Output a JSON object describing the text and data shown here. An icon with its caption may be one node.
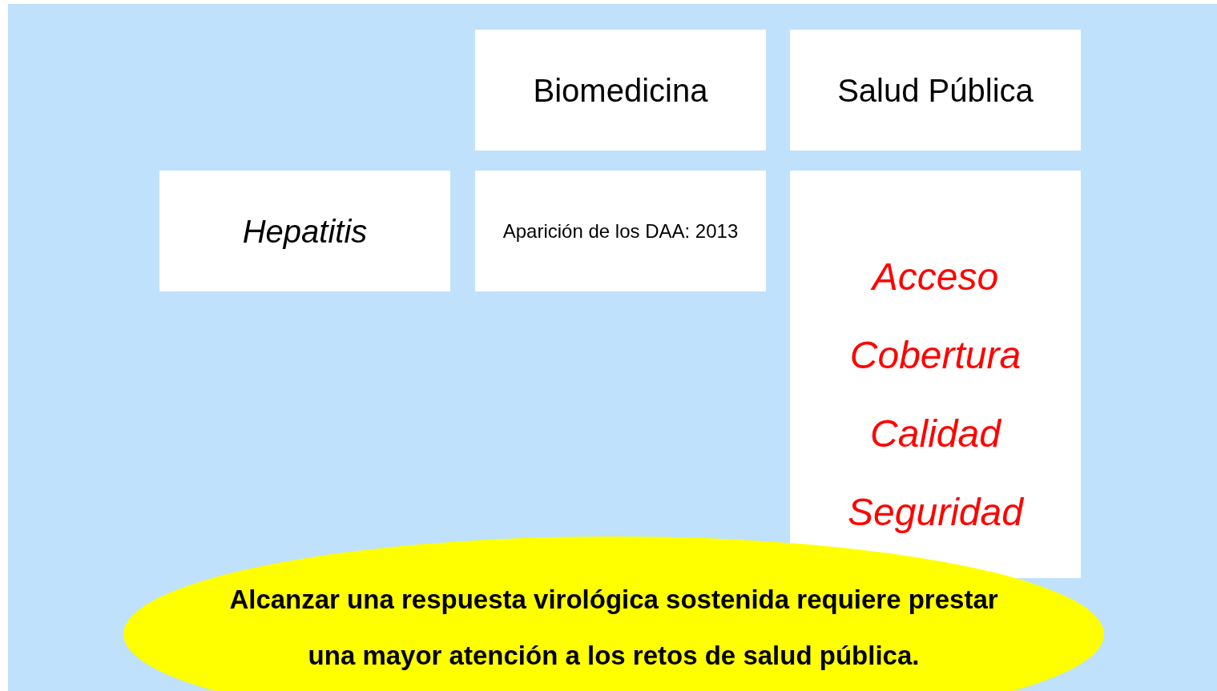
{
  "diagram": {
    "nodes": [
      {
        "text": [
          "Biomedicina"
        ]
      },
      {
        "text": [
          "Salud Pública"
        ]
      },
      {
        "text": [
          "Hepatitis"
        ]
      },
      {
        "text": [
          "Aparición de los DAA: 2013"
        ]
      },
      {
        "text": [
          "Acceso",
          "Cobertura",
          "Calidad",
          "Seguridad"
        ]
      },
      {
        "text": [
          "Alcanzar una respuesta virológica sostenida requiere prestar una mayor atención a los retos de salud pública."
        ]
      }
    ]
  }
}
